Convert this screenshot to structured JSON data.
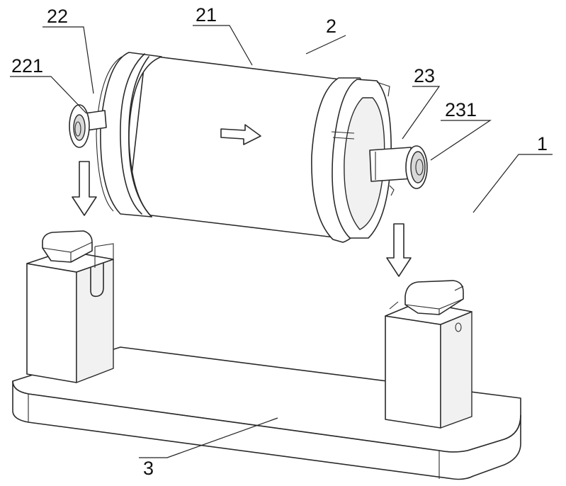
{
  "labels": {
    "l22": "22",
    "l21": "21",
    "l2": "2",
    "l221": "221",
    "l23": "23",
    "l231": "231",
    "l1": "1",
    "l3": "3"
  },
  "arrows": {
    "left_down": "down",
    "drum_right": "right",
    "right_down": "down"
  }
}
